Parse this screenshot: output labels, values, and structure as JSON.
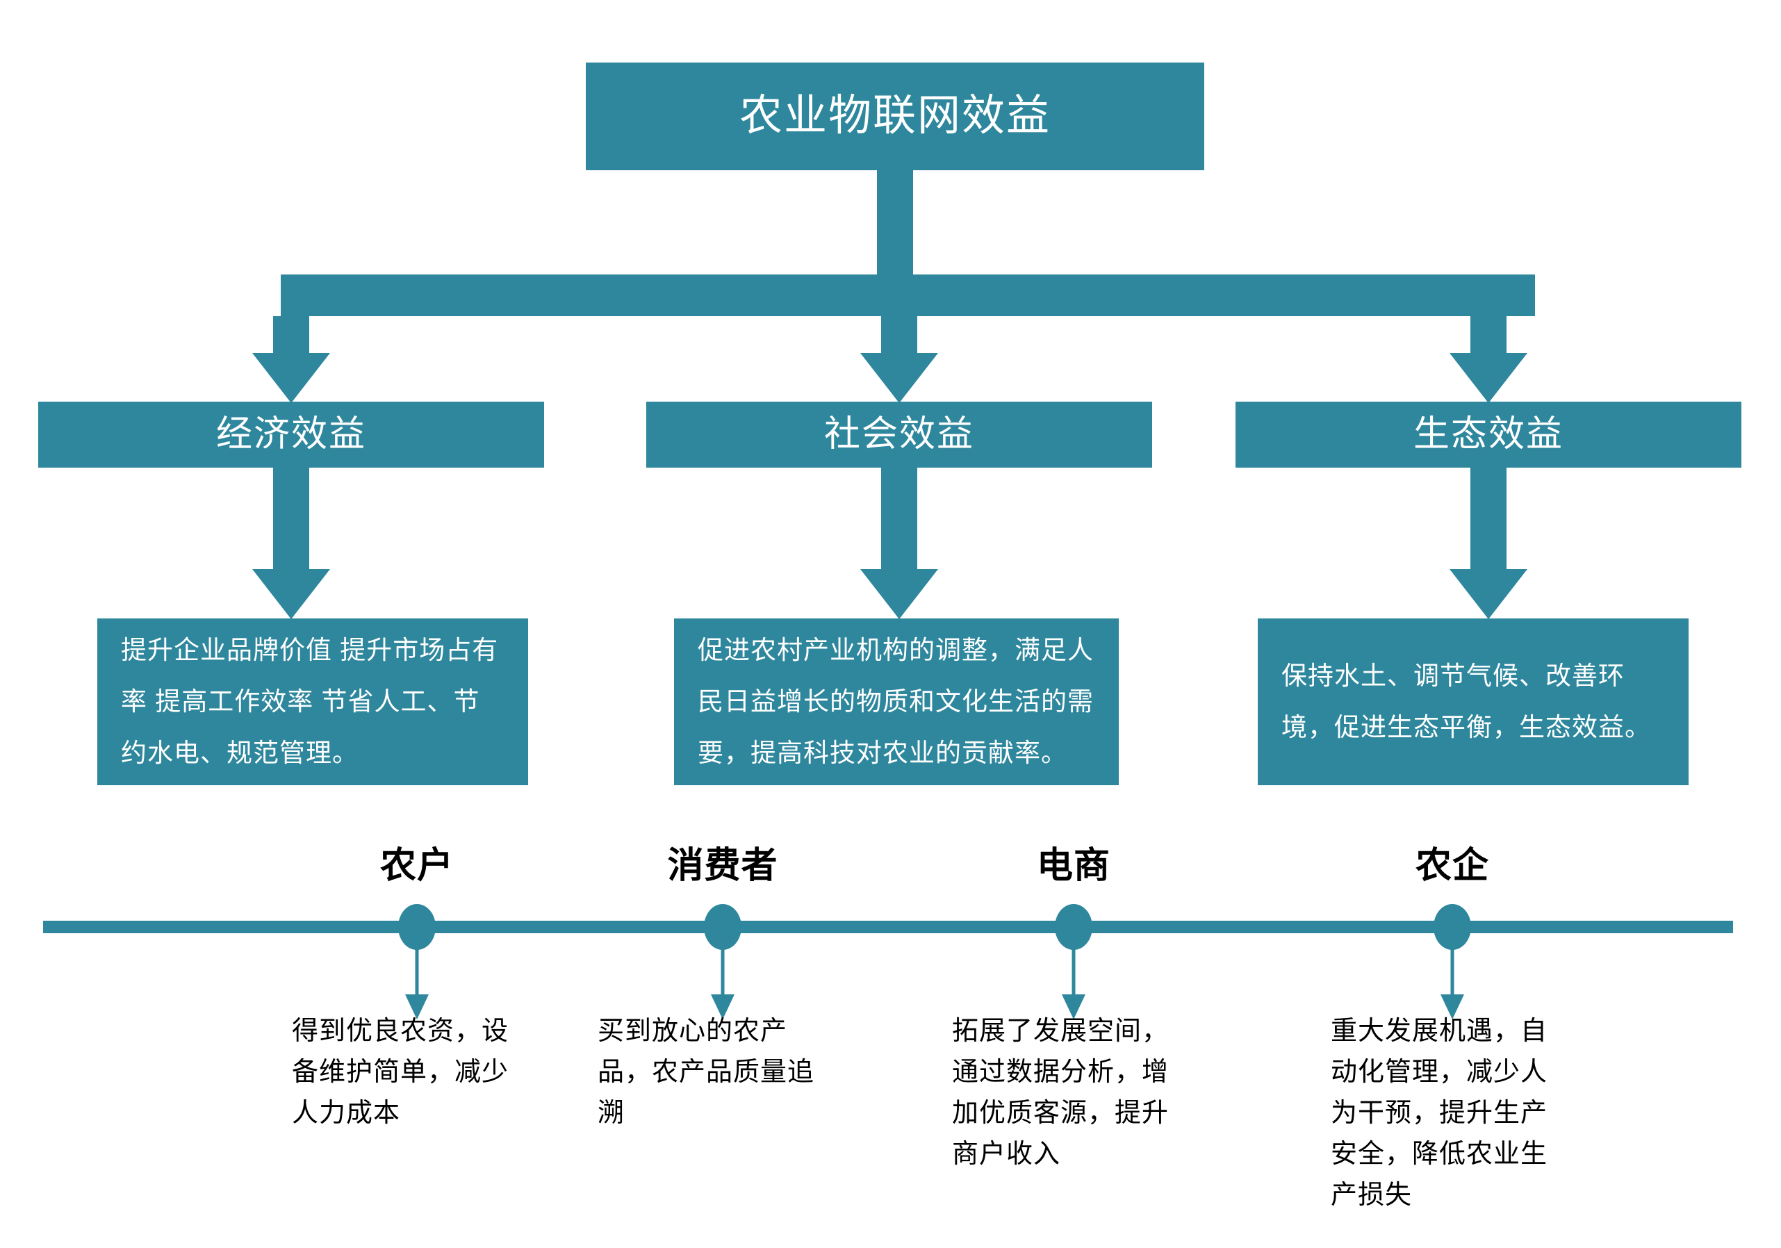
{
  "theme": {
    "accent": "#2E879D",
    "text_on_accent": "#FFFFFF",
    "text_dark": "#000000",
    "background": "#FFFFFF"
  },
  "root": {
    "title": "农业物联网效益"
  },
  "categories": [
    {
      "label": "经济效益",
      "detail": "提升企业品牌价值 提升市场占有率 提高工作效率 节省人工、节约水电、规范管理。"
    },
    {
      "label": "社会效益",
      "detail": "促进农村产业机构的调整，满足人民日益增长的物质和文化生活的需要，提高科技对农业的贡献率。"
    },
    {
      "label": "生态效益",
      "detail": "保持水土、调节气候、改善环境，促进生态平衡，生态效益。"
    }
  ],
  "timeline": {
    "stakeholders": [
      {
        "label": "农户",
        "description": "得到优良农资，设备维护简单，减少人力成本"
      },
      {
        "label": "消费者",
        "description": "买到放心的农产品，农产品质量追溯"
      },
      {
        "label": "电商",
        "description": "拓展了发展空间，通过数据分析，增加优质客源，提升商户收入"
      },
      {
        "label": "农企",
        "description": "重大发展机遇，自动化管理，减少人为干预，提升生产安全，降低农业生产损失"
      }
    ]
  }
}
